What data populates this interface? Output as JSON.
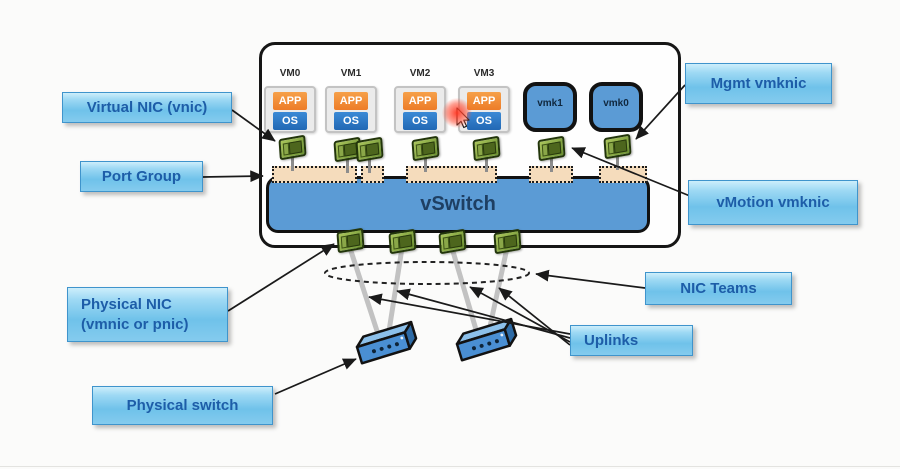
{
  "colors": {
    "callout_fill_top": "#cdeefb",
    "callout_fill_bottom": "#6fc2ea",
    "callout_border": "#3f94cc",
    "callout_text": "#1d5da8",
    "vswitch_blue": "#5b9bd5",
    "app_orange": "#ed7c28",
    "os_blue": "#2268b4",
    "nic_green": "#6d9233",
    "port_group_tan": "#f5dcbc",
    "physical_switch_blue": "#4a8fd3"
  },
  "host": {
    "vms": [
      {
        "name": "VM0",
        "app": "APP",
        "os": "OS"
      },
      {
        "name": "VM1",
        "app": "APP",
        "os": "OS"
      },
      {
        "name": "VM2",
        "app": "APP",
        "os": "OS"
      },
      {
        "name": "VM3",
        "app": "APP",
        "os": "OS"
      }
    ],
    "vmkernel_ports": [
      {
        "name": "vmk1"
      },
      {
        "name": "vmk0"
      }
    ],
    "vswitch_label": "vSwitch"
  },
  "callouts": {
    "virtual_nic": "Virtual NIC (vnic)",
    "port_group": "Port Group",
    "physical_nic_line1": "Physical NIC",
    "physical_nic_line2": "(vmnic or pnic)",
    "physical_switch": "Physical switch",
    "mgmt_vmknic": "Mgmt vmknic",
    "vmotion_vmknic": "vMotion vmknic",
    "nic_teams": "NIC Teams",
    "uplinks": "Uplinks"
  }
}
